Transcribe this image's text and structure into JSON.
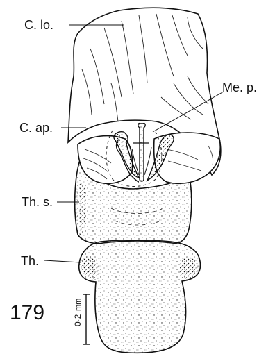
{
  "figure": {
    "number": "179",
    "labels": {
      "c_lo": "C. lo.",
      "me_p": "Me. p.",
      "c_ap": "C. ap.",
      "th_s": "Th. s.",
      "th": "Th."
    },
    "scale_bar": {
      "value": "0·2",
      "unit": "mm"
    }
  }
}
